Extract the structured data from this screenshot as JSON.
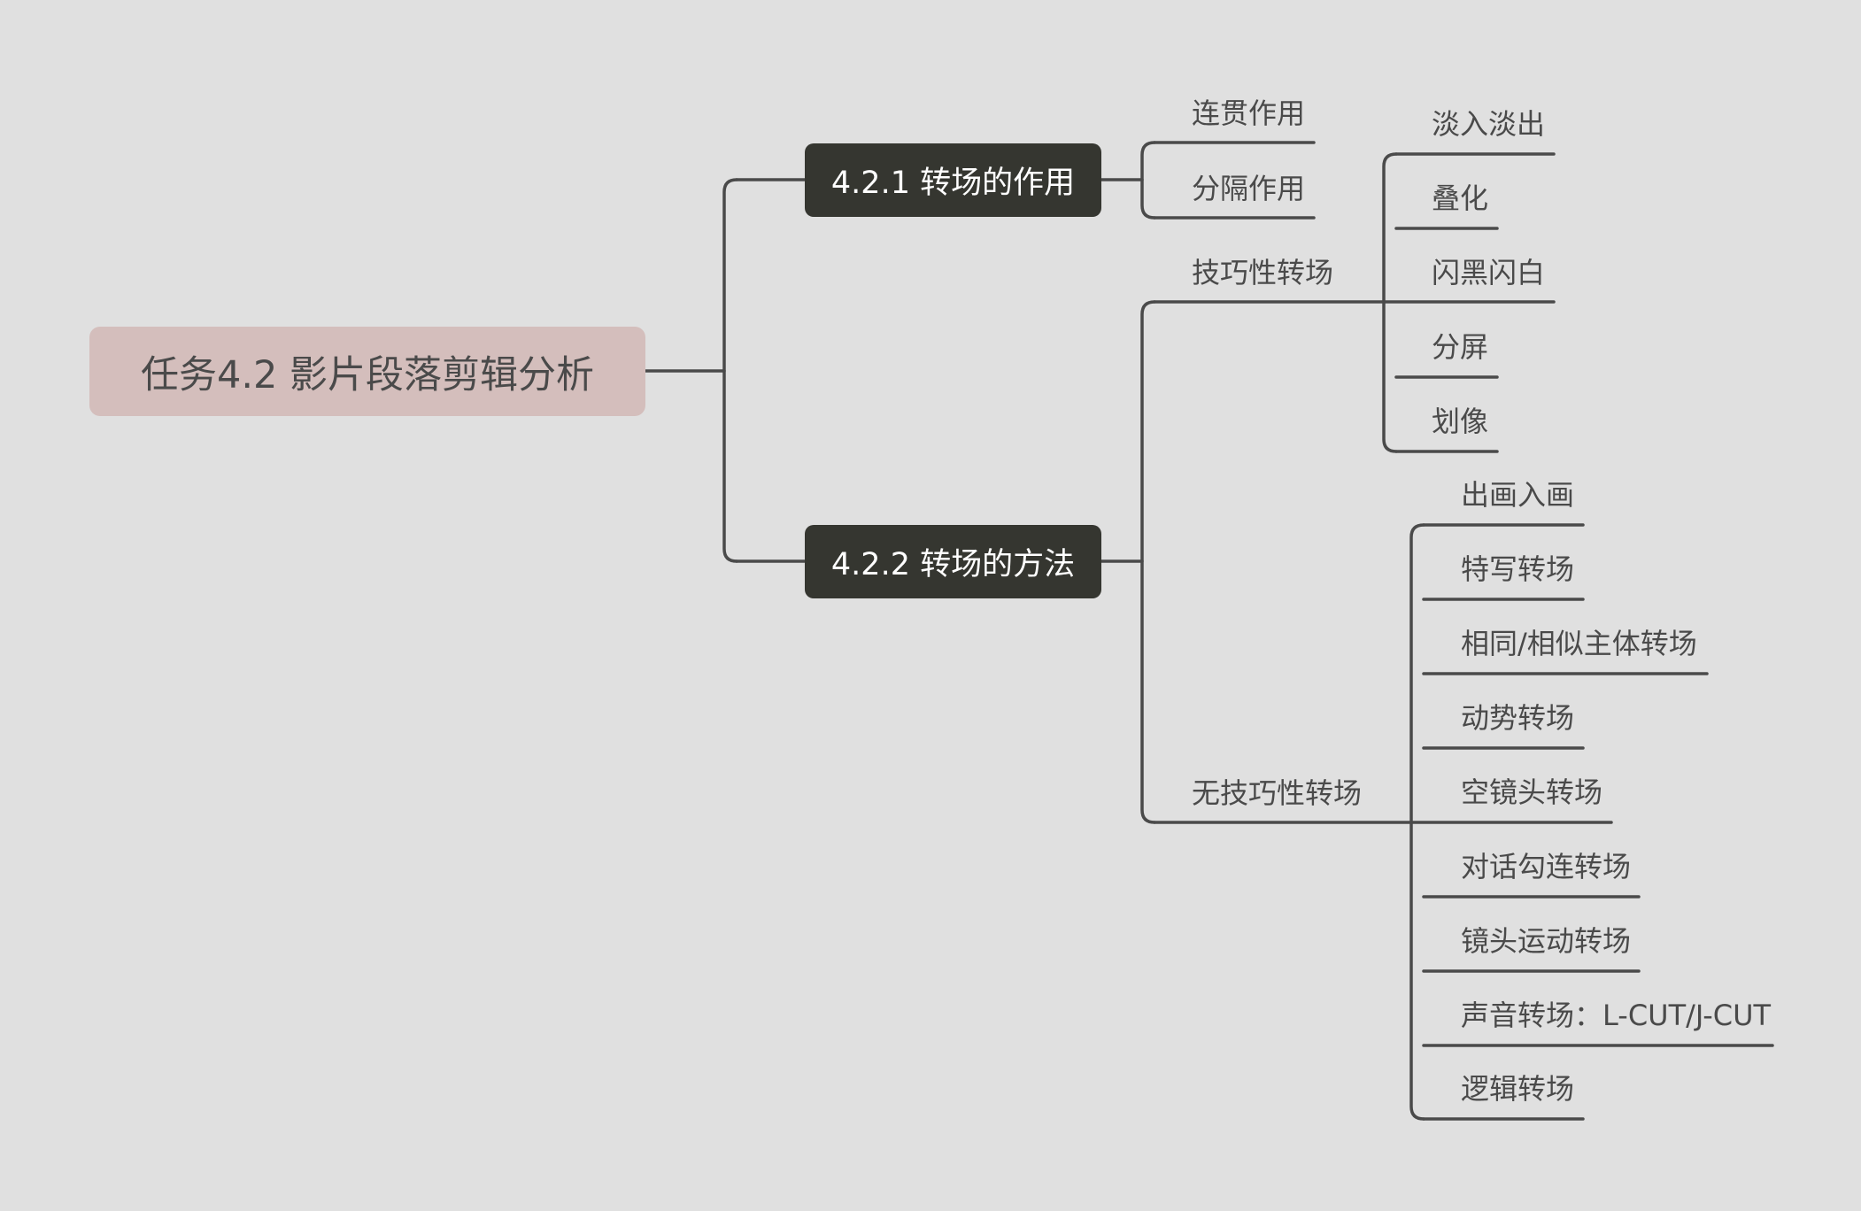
{
  "root": {
    "label": "任务4.2 影片段落剪辑分析"
  },
  "branches": [
    {
      "label": "4.2.1 转场的作用",
      "children": [
        {
          "label": "连贯作用"
        },
        {
          "label": "分隔作用"
        }
      ]
    },
    {
      "label": "4.2.2 转场的方法",
      "children": [
        {
          "label": "技巧性转场",
          "children": [
            {
              "label": "淡入淡出"
            },
            {
              "label": "叠化"
            },
            {
              "label": "闪黑闪白"
            },
            {
              "label": "分屏"
            },
            {
              "label": "划像"
            }
          ]
        },
        {
          "label": "无技巧性转场",
          "children": [
            {
              "label": "出画入画"
            },
            {
              "label": "特写转场"
            },
            {
              "label": "相同/相似主体转场"
            },
            {
              "label": "动势转场"
            },
            {
              "label": "空镜头转场"
            },
            {
              "label": "对话勾连转场"
            },
            {
              "label": "镜头运动转场"
            },
            {
              "label": "声音转场：L-CUT/J-CUT"
            },
            {
              "label": "逻辑转场"
            }
          ]
        }
      ]
    }
  ],
  "colors": {
    "background": "#e0e0e0",
    "root_fill": "#d4bebc",
    "branch_fill": "#353630",
    "line": "#4a4a4a",
    "text": "#4a4a4a"
  }
}
